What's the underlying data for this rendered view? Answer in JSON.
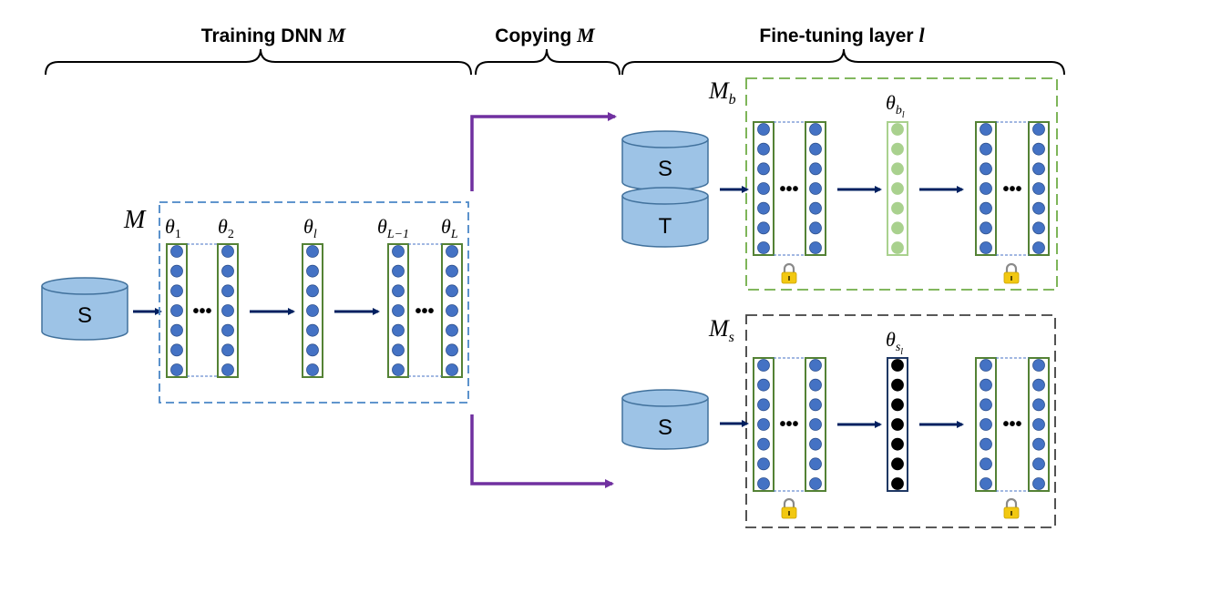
{
  "phases": [
    {
      "title": "Training DNN",
      "model": "M"
    },
    {
      "title": "Copying",
      "model": "M"
    },
    {
      "title": "Fine-tuning layer",
      "model": "l"
    }
  ],
  "training_model": {
    "name": "M",
    "input_db": "S",
    "layer_labels": [
      {
        "sym": "θ",
        "sub": "1"
      },
      {
        "sym": "θ",
        "sub": "2"
      },
      {
        "sym": "θ",
        "sub": "l"
      },
      {
        "sym": "θ",
        "sub": "L−1"
      },
      {
        "sym": "θ",
        "sub": "L"
      }
    ],
    "ellipsis": "•••"
  },
  "model_b": {
    "name": "M",
    "name_sub": "b",
    "input_db_top": "S",
    "input_db_bottom": "T",
    "layer_label": {
      "sym": "θ",
      "sub": "b",
      "subsub": "l"
    },
    "ellipsis": "•••"
  },
  "model_s": {
    "name": "M",
    "name_sub": "s",
    "input_db": "S",
    "layer_label": {
      "sym": "θ",
      "sub": "s",
      "subsub": "l"
    },
    "ellipsis": "•••"
  },
  "colors": {
    "neuron": "#4472c4",
    "layer_border": "#548235",
    "finetune_neuron_b": "#a9d18e",
    "finetune_neuron_s": "#000000",
    "finetune_border_s": "#1f3864",
    "arrow": "#002060",
    "copy_arrow": "#7030a0",
    "box_m": "#4a86c6",
    "box_b": "#70ad47",
    "box_s": "#404040",
    "db_fill": "#9dc3e6",
    "db_stroke": "#41719c",
    "lock": "#f2c811"
  }
}
